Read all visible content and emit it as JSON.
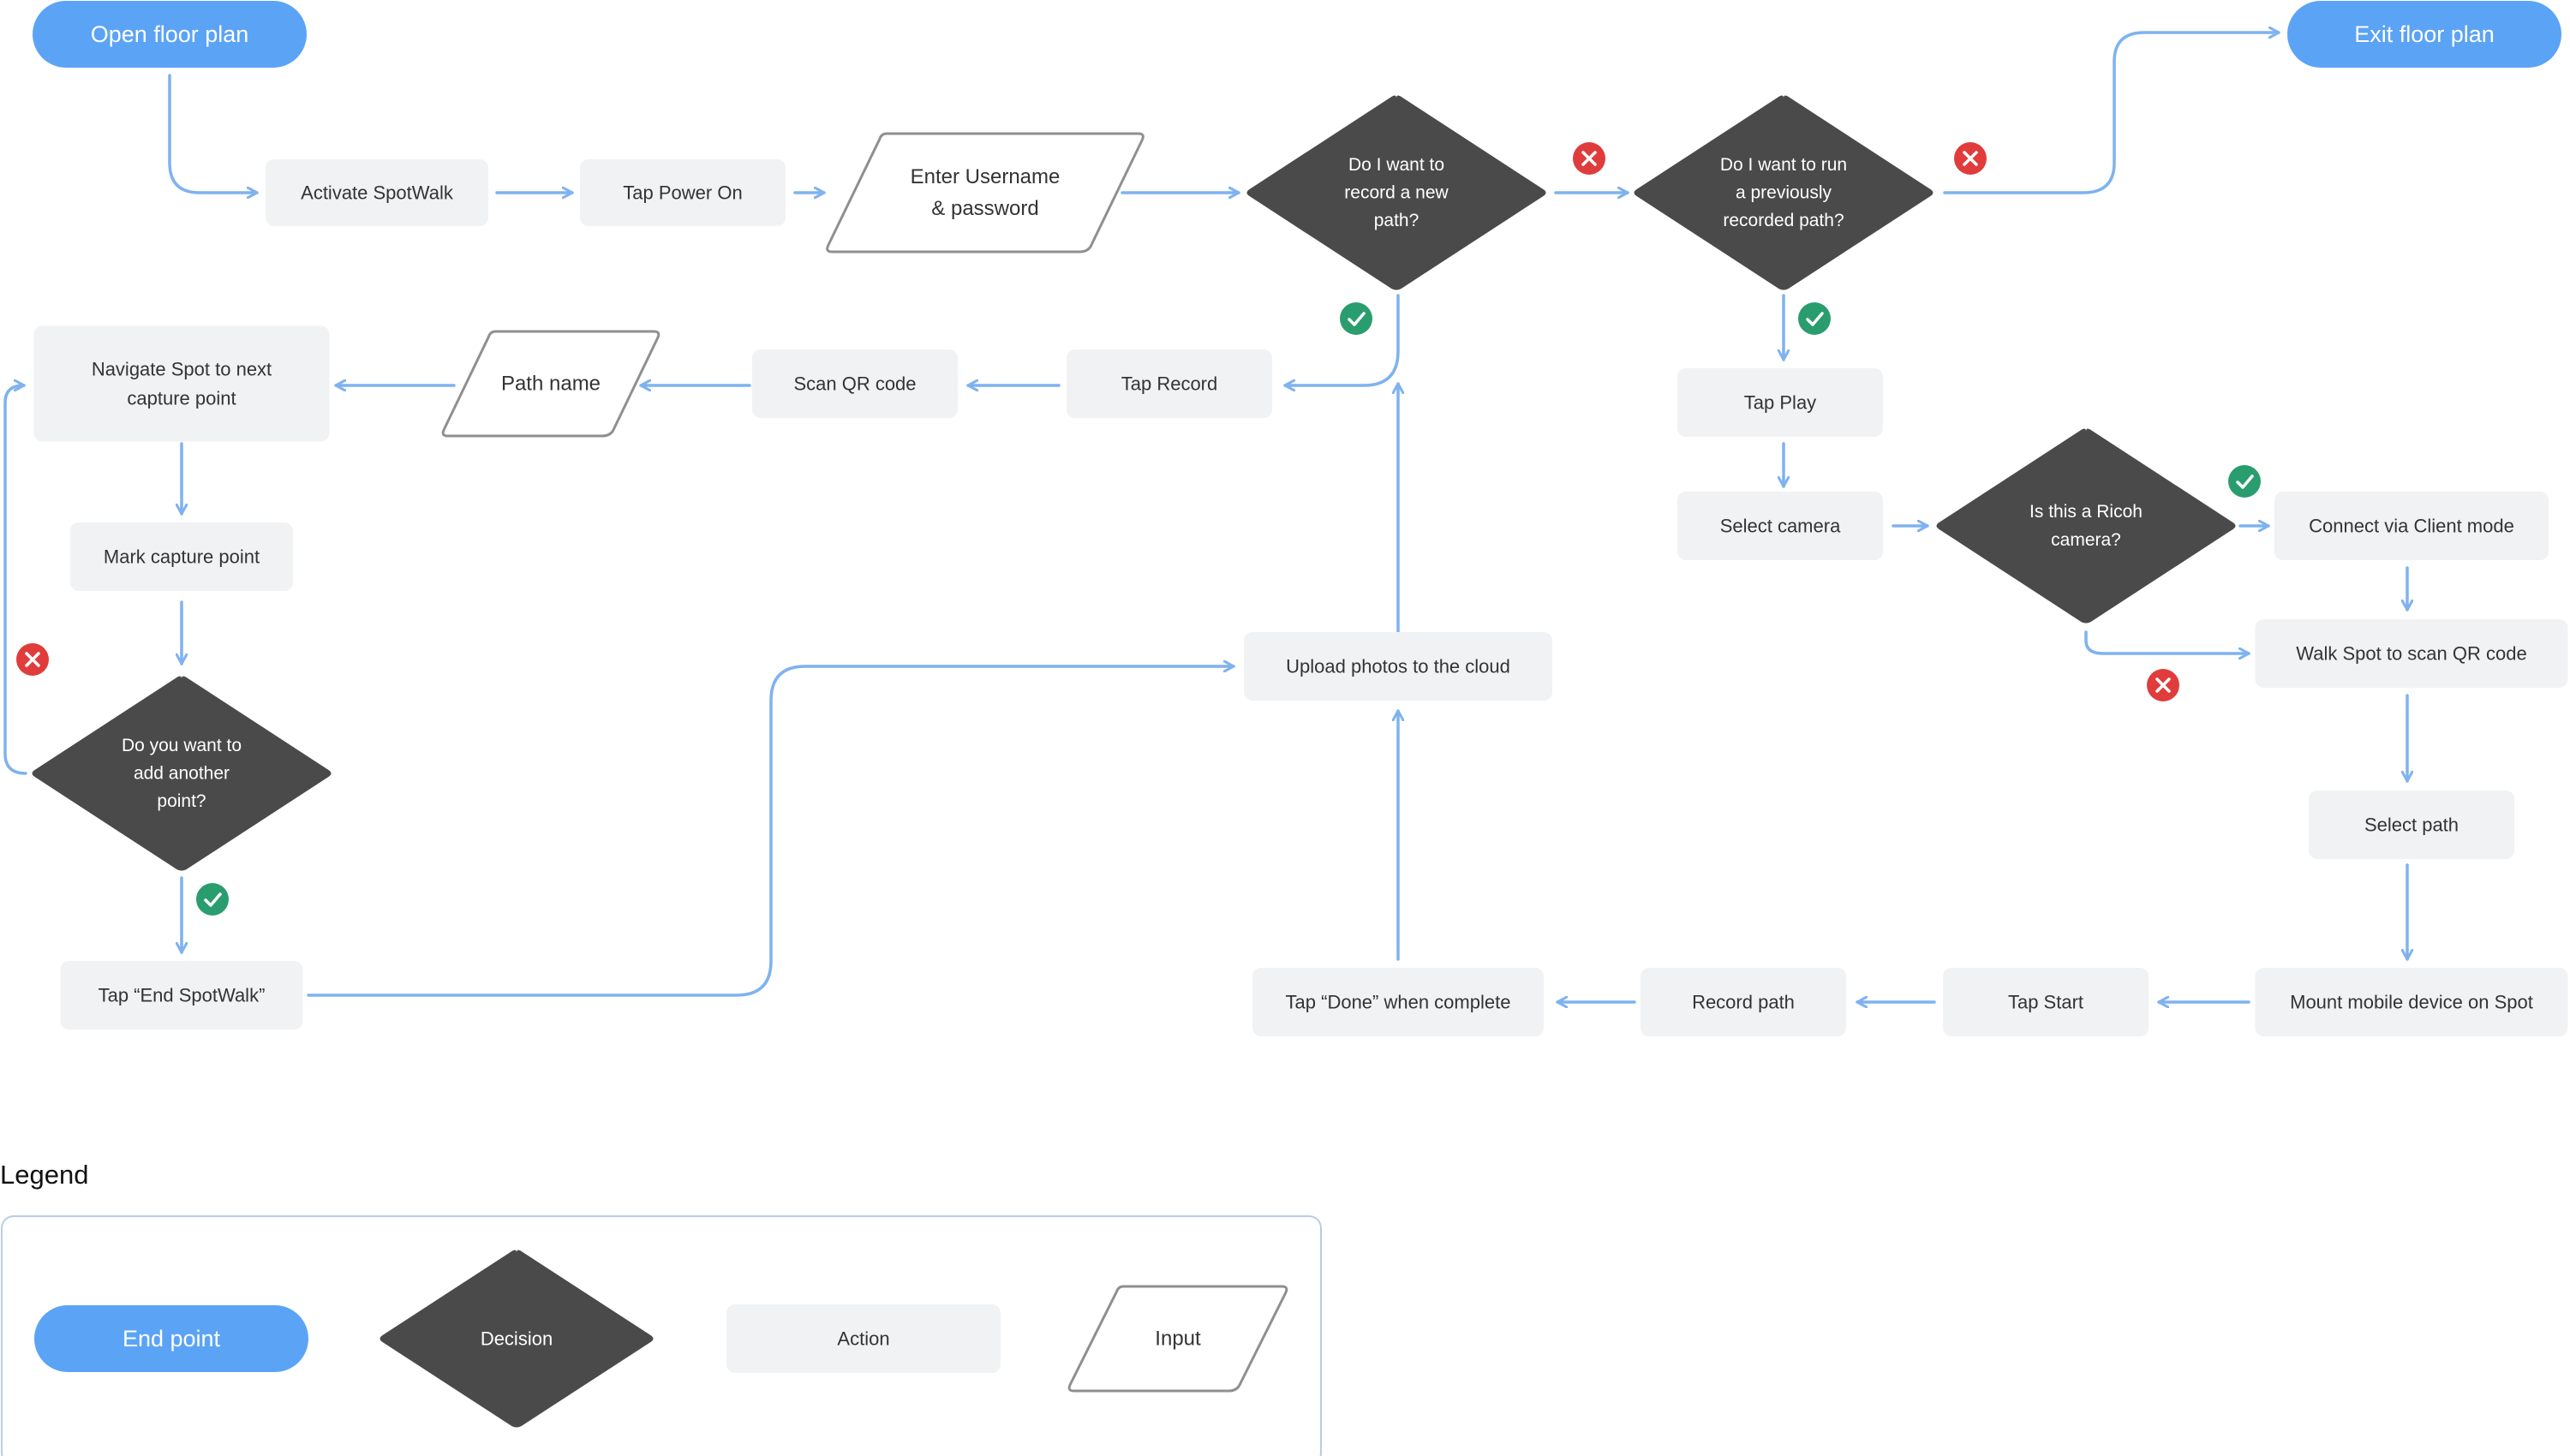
{
  "colors": {
    "endpoint": "#5ba3f5",
    "decision": "#4a4a4a",
    "action": "#f1f2f4",
    "arrow": "#7fb2ef",
    "yes": "#2a9d6f",
    "no": "#e03c3c",
    "legend_border": "#b9cde6"
  },
  "nodes": {
    "open_floor_plan": "Open floor plan",
    "exit_floor_plan": "Exit floor plan",
    "activate_spotwalk": "Activate SpotWalk",
    "tap_power_on": "Tap Power On",
    "enter_username": [
      "Enter Username",
      "& password"
    ],
    "q_record_new": [
      "Do I want to",
      "record a new",
      "path?"
    ],
    "q_run_previous": [
      "Do I want to run",
      "a previously",
      "recorded path?"
    ],
    "navigate_spot": [
      "Navigate Spot to next",
      "capture point"
    ],
    "path_name": "Path name",
    "scan_qr": "Scan QR code",
    "tap_record": "Tap Record",
    "tap_play": "Tap Play",
    "select_camera": "Select camera",
    "q_ricoh": [
      "Is this a Ricoh",
      "camera?"
    ],
    "connect_client": "Connect via Client mode",
    "mark_capture": "Mark capture point",
    "upload_photos": "Upload photos to the cloud",
    "walk_spot_qr": "Walk Spot to scan QR code",
    "q_add_point": [
      "Do you want to",
      "add another",
      "point?"
    ],
    "select_path": "Select path",
    "tap_end_spotwalk": "Tap “End SpotWalk”",
    "tap_done": "Tap “Done” when complete",
    "record_path": "Record path",
    "tap_start": "Tap Start",
    "mount_device": "Mount mobile device on Spot"
  },
  "legend": {
    "title": "Legend",
    "end_point": "End point",
    "decision": "Decision",
    "action": "Action",
    "input": "Input"
  }
}
